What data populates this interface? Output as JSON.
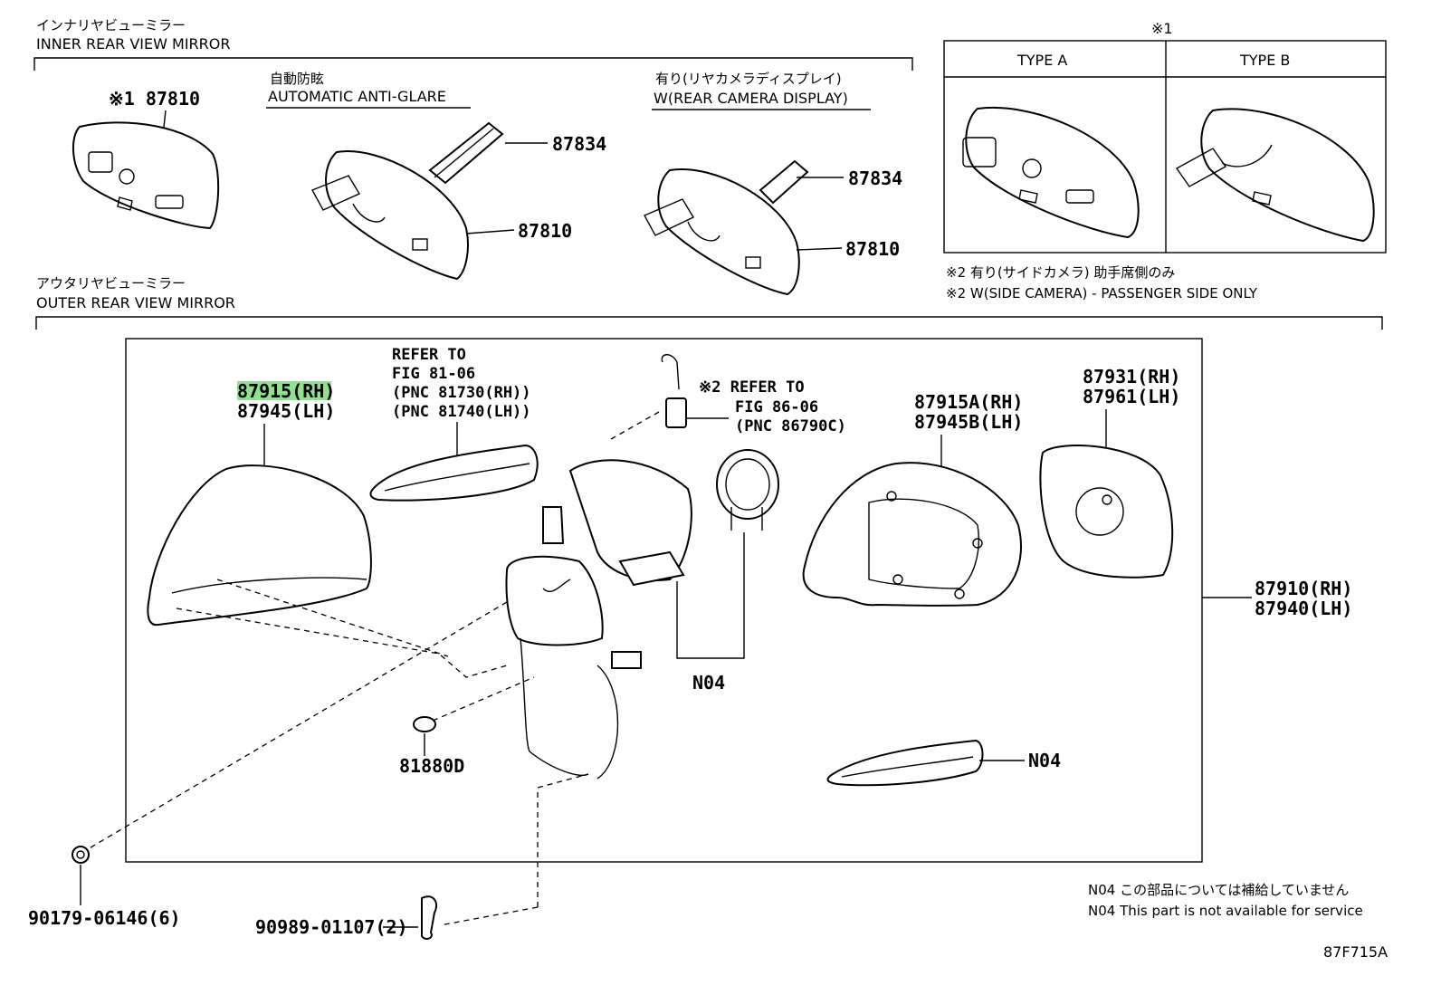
{
  "inner_mirror": {
    "title_jp": "インナリヤビューミラー",
    "title_en": "INNER REAR VIEW MIRROR",
    "variant1_jp": "自動防眩",
    "variant1_en": "AUTOMATIC ANTI-GLARE",
    "variant2_jp": "有り(リヤカメラディスプレイ)",
    "variant2_en": "W(REAR CAMERA DISPLAY)",
    "part_main": "※1 87810",
    "part_87834_a": "87834",
    "part_87810_a": "87810",
    "part_87834_b": "87834",
    "part_87810_b": "87810"
  },
  "types_box": {
    "marker": "※1",
    "type_a": "TYPE  A",
    "type_b": "TYPE  B"
  },
  "side_camera_note": {
    "line_jp": "※2 有り(サイドカメラ) 助手席側のみ",
    "line_en": "※2 W(SIDE CAMERA) - PASSENGER SIDE ONLY"
  },
  "outer_mirror": {
    "title_jp": "アウタリヤビューミラー",
    "title_en": "OUTER REAR VIEW MIRROR",
    "cover_rh": "87915(RH)",
    "cover_lh": "87945(LH)",
    "refer1": [
      "REFER TO",
      "FIG 81-06",
      "(PNC 81730(RH))",
      "(PNC 81740(LH))"
    ],
    "refer2": [
      "※2 REFER TO",
      "FIG 86-06",
      "(PNC 86790C)"
    ],
    "housing_rh": "87915A(RH)",
    "housing_lh": "87945B(LH)",
    "glass_rh": "87931(RH)",
    "glass_lh": "87961(LH)",
    "assy_rh": "87910(RH)",
    "assy_lh": "87940(LH)",
    "n04_a": "N04",
    "n04_b": "N04",
    "plug": "81880D",
    "nut": "90179-06146(6)",
    "clip": "90989-01107(2)"
  },
  "footnote": {
    "line_jp": "N04 この部品については補給していません",
    "line_en": "N04 This part is not available for service"
  },
  "figure_id": "87F715A",
  "highlight_color": "#8fe08f"
}
